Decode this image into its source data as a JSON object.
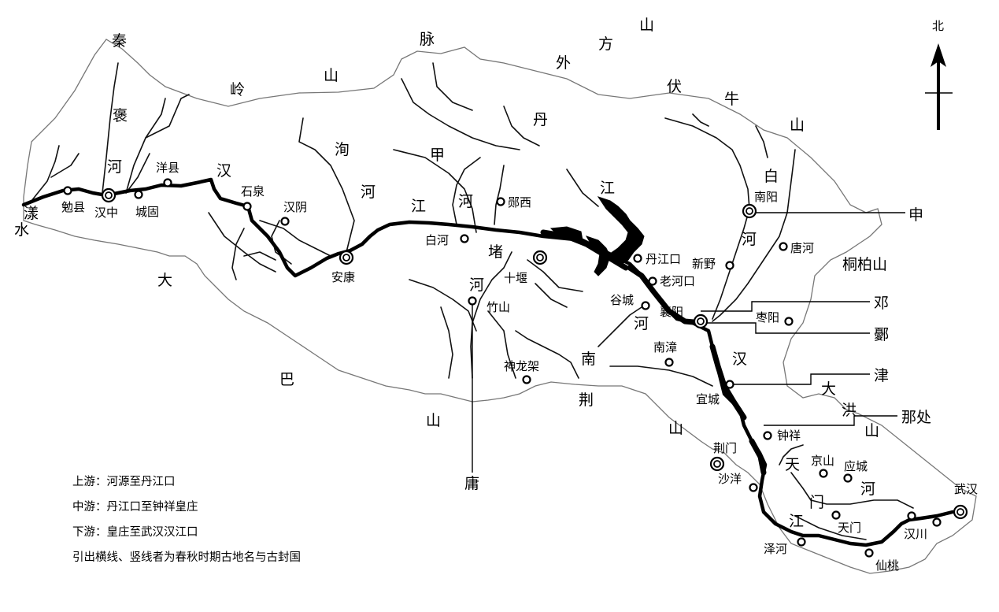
{
  "north": "北",
  "mountain_chars": [
    "秦",
    "岭",
    "山",
    "脉",
    "外",
    "方",
    "山",
    "伏",
    "牛",
    "山",
    "大",
    "巴",
    "山",
    "荆",
    "山",
    "大",
    "洪",
    "山"
  ],
  "river_chars": [
    "褒",
    "河",
    "汉",
    "漾",
    "水",
    "洵",
    "河",
    "江",
    "甲",
    "河",
    "丹",
    "江",
    "堵",
    "河",
    "白",
    "河",
    "南",
    "河",
    "汉",
    "天",
    "门",
    "河",
    "江"
  ],
  "cities": [
    "勉县",
    "汉中",
    "城固",
    "洋县",
    "石泉",
    "汉阴",
    "安康",
    "白河",
    "郧西",
    "十堰",
    "竹山",
    "神龙架",
    "丹江口",
    "老河口",
    "谷城",
    "襄阳",
    "南漳",
    "宜城",
    "钟祥",
    "荆门",
    "沙洋",
    "京山",
    "应城",
    "天门",
    "泽河",
    "仙桃",
    "汉川",
    "武汉",
    "南阳",
    "新野",
    "唐河",
    "枣阳"
  ],
  "places": [
    "桐柏山"
  ],
  "ancient": [
    "申",
    "邓",
    "鄾",
    "津",
    "那处",
    "庸"
  ],
  "legend": [
    "上游：河源至丹江口",
    "中游：丹江口至钟祥皇庄",
    "下游：皇庄至武汉汉江口",
    "引出横线、竖线者为春秋时期古地名与古封国"
  ]
}
